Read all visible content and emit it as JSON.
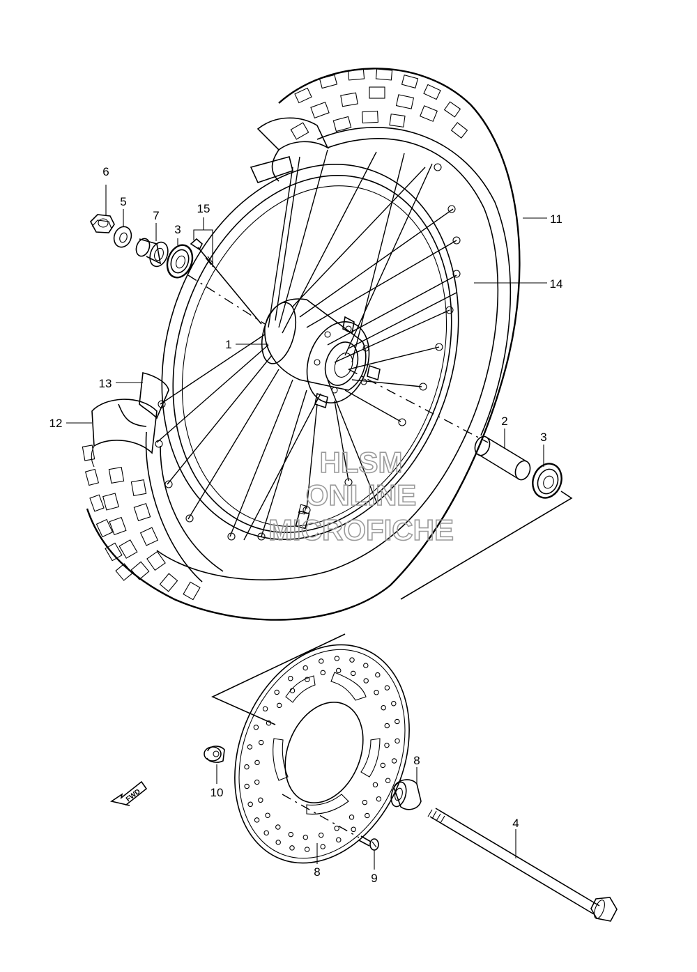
{
  "diagram": {
    "fwd_label": "FWD",
    "watermark": [
      "HLSM",
      "ONLINE",
      "MICROFICHE"
    ],
    "callouts": [
      {
        "id": "c1",
        "text": "1"
      },
      {
        "id": "c2",
        "text": "2"
      },
      {
        "id": "c3a",
        "text": "3"
      },
      {
        "id": "c3b",
        "text": "3"
      },
      {
        "id": "c4",
        "text": "4"
      },
      {
        "id": "c5",
        "text": "5"
      },
      {
        "id": "c6",
        "text": "6"
      },
      {
        "id": "c7",
        "text": "7"
      },
      {
        "id": "c8a",
        "text": "8"
      },
      {
        "id": "c8b",
        "text": "8"
      },
      {
        "id": "c9",
        "text": "9"
      },
      {
        "id": "c10",
        "text": "10"
      },
      {
        "id": "c11",
        "text": "11"
      },
      {
        "id": "c12",
        "text": "12"
      },
      {
        "id": "c13",
        "text": "13"
      },
      {
        "id": "c14",
        "text": "14"
      },
      {
        "id": "c15",
        "text": "15"
      }
    ]
  }
}
